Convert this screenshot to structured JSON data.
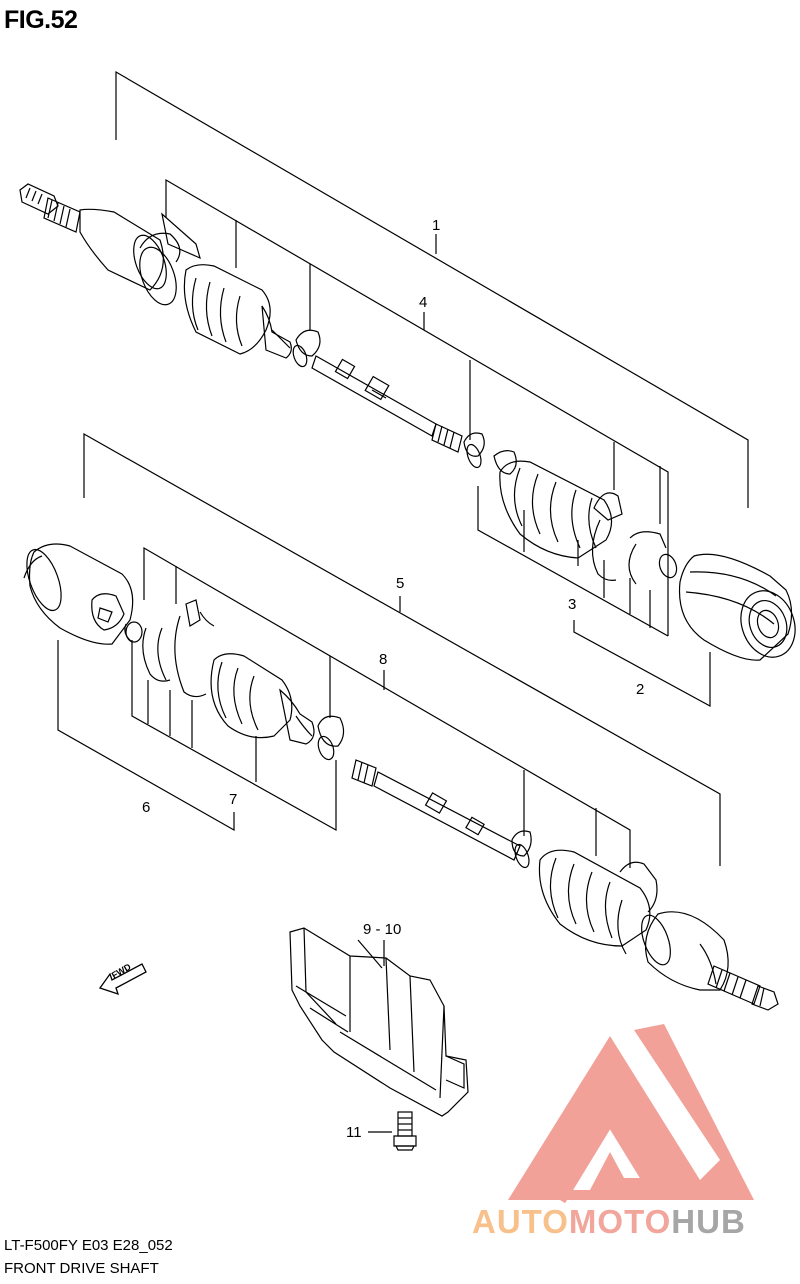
{
  "figure": {
    "title": "FIG.52"
  },
  "footer": {
    "model_code": "LT-F500FY E03 E28_052",
    "section_name": "FRONT DRIVE SHAFT"
  },
  "callouts": [
    {
      "id": "1",
      "label": "1"
    },
    {
      "id": "2",
      "label": "2"
    },
    {
      "id": "3",
      "label": "3"
    },
    {
      "id": "4",
      "label": "4"
    },
    {
      "id": "5",
      "label": "5"
    },
    {
      "id": "6",
      "label": "6"
    },
    {
      "id": "7",
      "label": "7"
    },
    {
      "id": "8",
      "label": "8"
    },
    {
      "id": "9-10",
      "label": "9 - 10"
    },
    {
      "id": "11",
      "label": "11"
    }
  ],
  "fwd_arrow": {
    "label": "FWD"
  },
  "watermark": {
    "part1": "AUTO",
    "part2": "MOTO",
    "part3": "HUB",
    "colors": {
      "auto": "#f8c08a",
      "moto": "#f1a59b",
      "hub": "#a6a6a6"
    }
  },
  "colors": {
    "line": "#000000",
    "background": "#ffffff",
    "logo_triangle": "#f08a80"
  }
}
